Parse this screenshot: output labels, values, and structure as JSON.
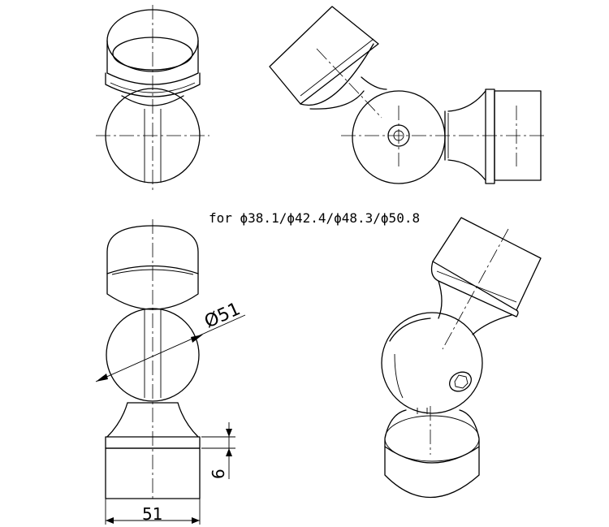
{
  "caption": "for ϕ38.1/ϕ42.4/ϕ48.3/ϕ50.8",
  "dimensions": {
    "ball_diameter": "Ø51",
    "flange_thickness": "6",
    "base_width": "51"
  },
  "views": [
    "front-view-top-left",
    "angled-view-top-right",
    "side-view-bottom-left",
    "isometric-view-bottom-right"
  ]
}
